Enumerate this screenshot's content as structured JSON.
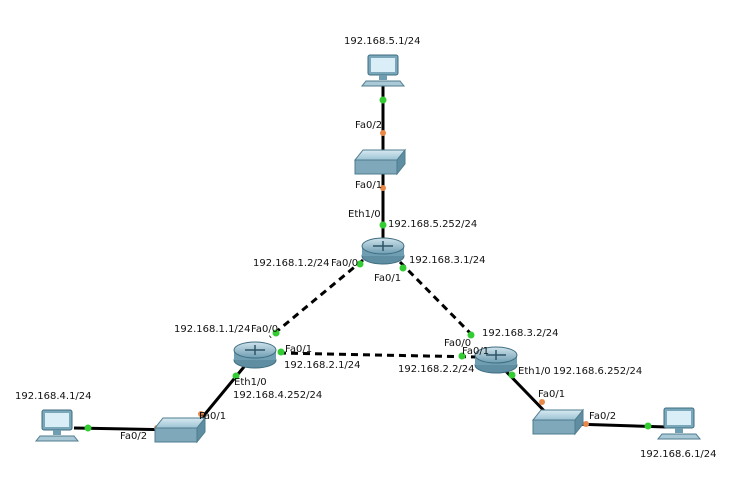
{
  "devices": {
    "pc_top": {
      "ip": "192.168.5.1/24"
    },
    "pc_left": {
      "ip": "192.168.4.1/24"
    },
    "pc_right": {
      "ip": "192.168.6.1/24"
    },
    "router_top": {
      "eth_ip": "192.168.5.252/24",
      "fa0_0_ip": "192.168.1.2/24",
      "fa0_1_ip": "192.168.3.1/24"
    },
    "router_left": {
      "fa0_0_ip": "192.168.1.1/24",
      "fa0_1_ip": "192.168.2.1/24",
      "eth_ip": "192.168.4.252/24"
    },
    "router_right": {
      "fa0_0_ip": "192.168.3.2/24",
      "fa0_1_ip": "192.168.2.2/24",
      "eth_ip": "192.168.6.252/24"
    }
  },
  "ports": {
    "sw_top_fa0_2": "Fa0/2",
    "sw_top_fa0_1": "Fa0/1",
    "rt_top_eth": "Eth1/0",
    "rt_top_fa0_0": "Fa0/0",
    "rt_top_fa0_1": "Fa0/1",
    "rl_fa0_0": "Fa0/0",
    "rl_fa0_1": "Fa0/1",
    "rl_eth": "Eth1/0",
    "swl_fa0_1": "Fa0/1",
    "swl_fa0_2": "Fa0/2",
    "rr_fa0_0": "Fa0/0",
    "rr_fa0_1": "Fa0/1",
    "rr_eth": "Eth1/0",
    "swr_fa0_1": "Fa0/1",
    "swr_fa0_2": "Fa0/2"
  },
  "colors": {
    "link": "#000000",
    "port_up": "#33cc33",
    "port_orange": "#e8894a",
    "device_body": "#8fb8c8",
    "device_dark": "#5f8ea2"
  }
}
